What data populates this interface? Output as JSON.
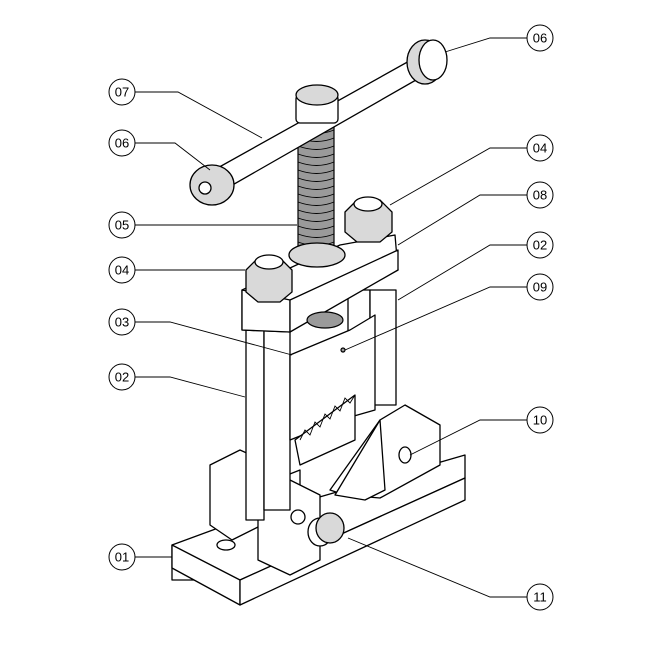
{
  "title": "Pipe vise assembly exploded callout drawing",
  "callouts": [
    {
      "id": "06",
      "side": "right"
    },
    {
      "id": "07",
      "side": "left"
    },
    {
      "id": "06",
      "side": "left"
    },
    {
      "id": "04",
      "side": "right"
    },
    {
      "id": "08",
      "side": "right"
    },
    {
      "id": "05",
      "side": "left"
    },
    {
      "id": "02",
      "side": "right"
    },
    {
      "id": "04",
      "side": "left"
    },
    {
      "id": "09",
      "side": "right"
    },
    {
      "id": "03",
      "side": "left"
    },
    {
      "id": "02",
      "side": "left"
    },
    {
      "id": "10",
      "side": "right"
    },
    {
      "id": "01",
      "side": "left"
    },
    {
      "id": "11",
      "side": "right"
    }
  ]
}
